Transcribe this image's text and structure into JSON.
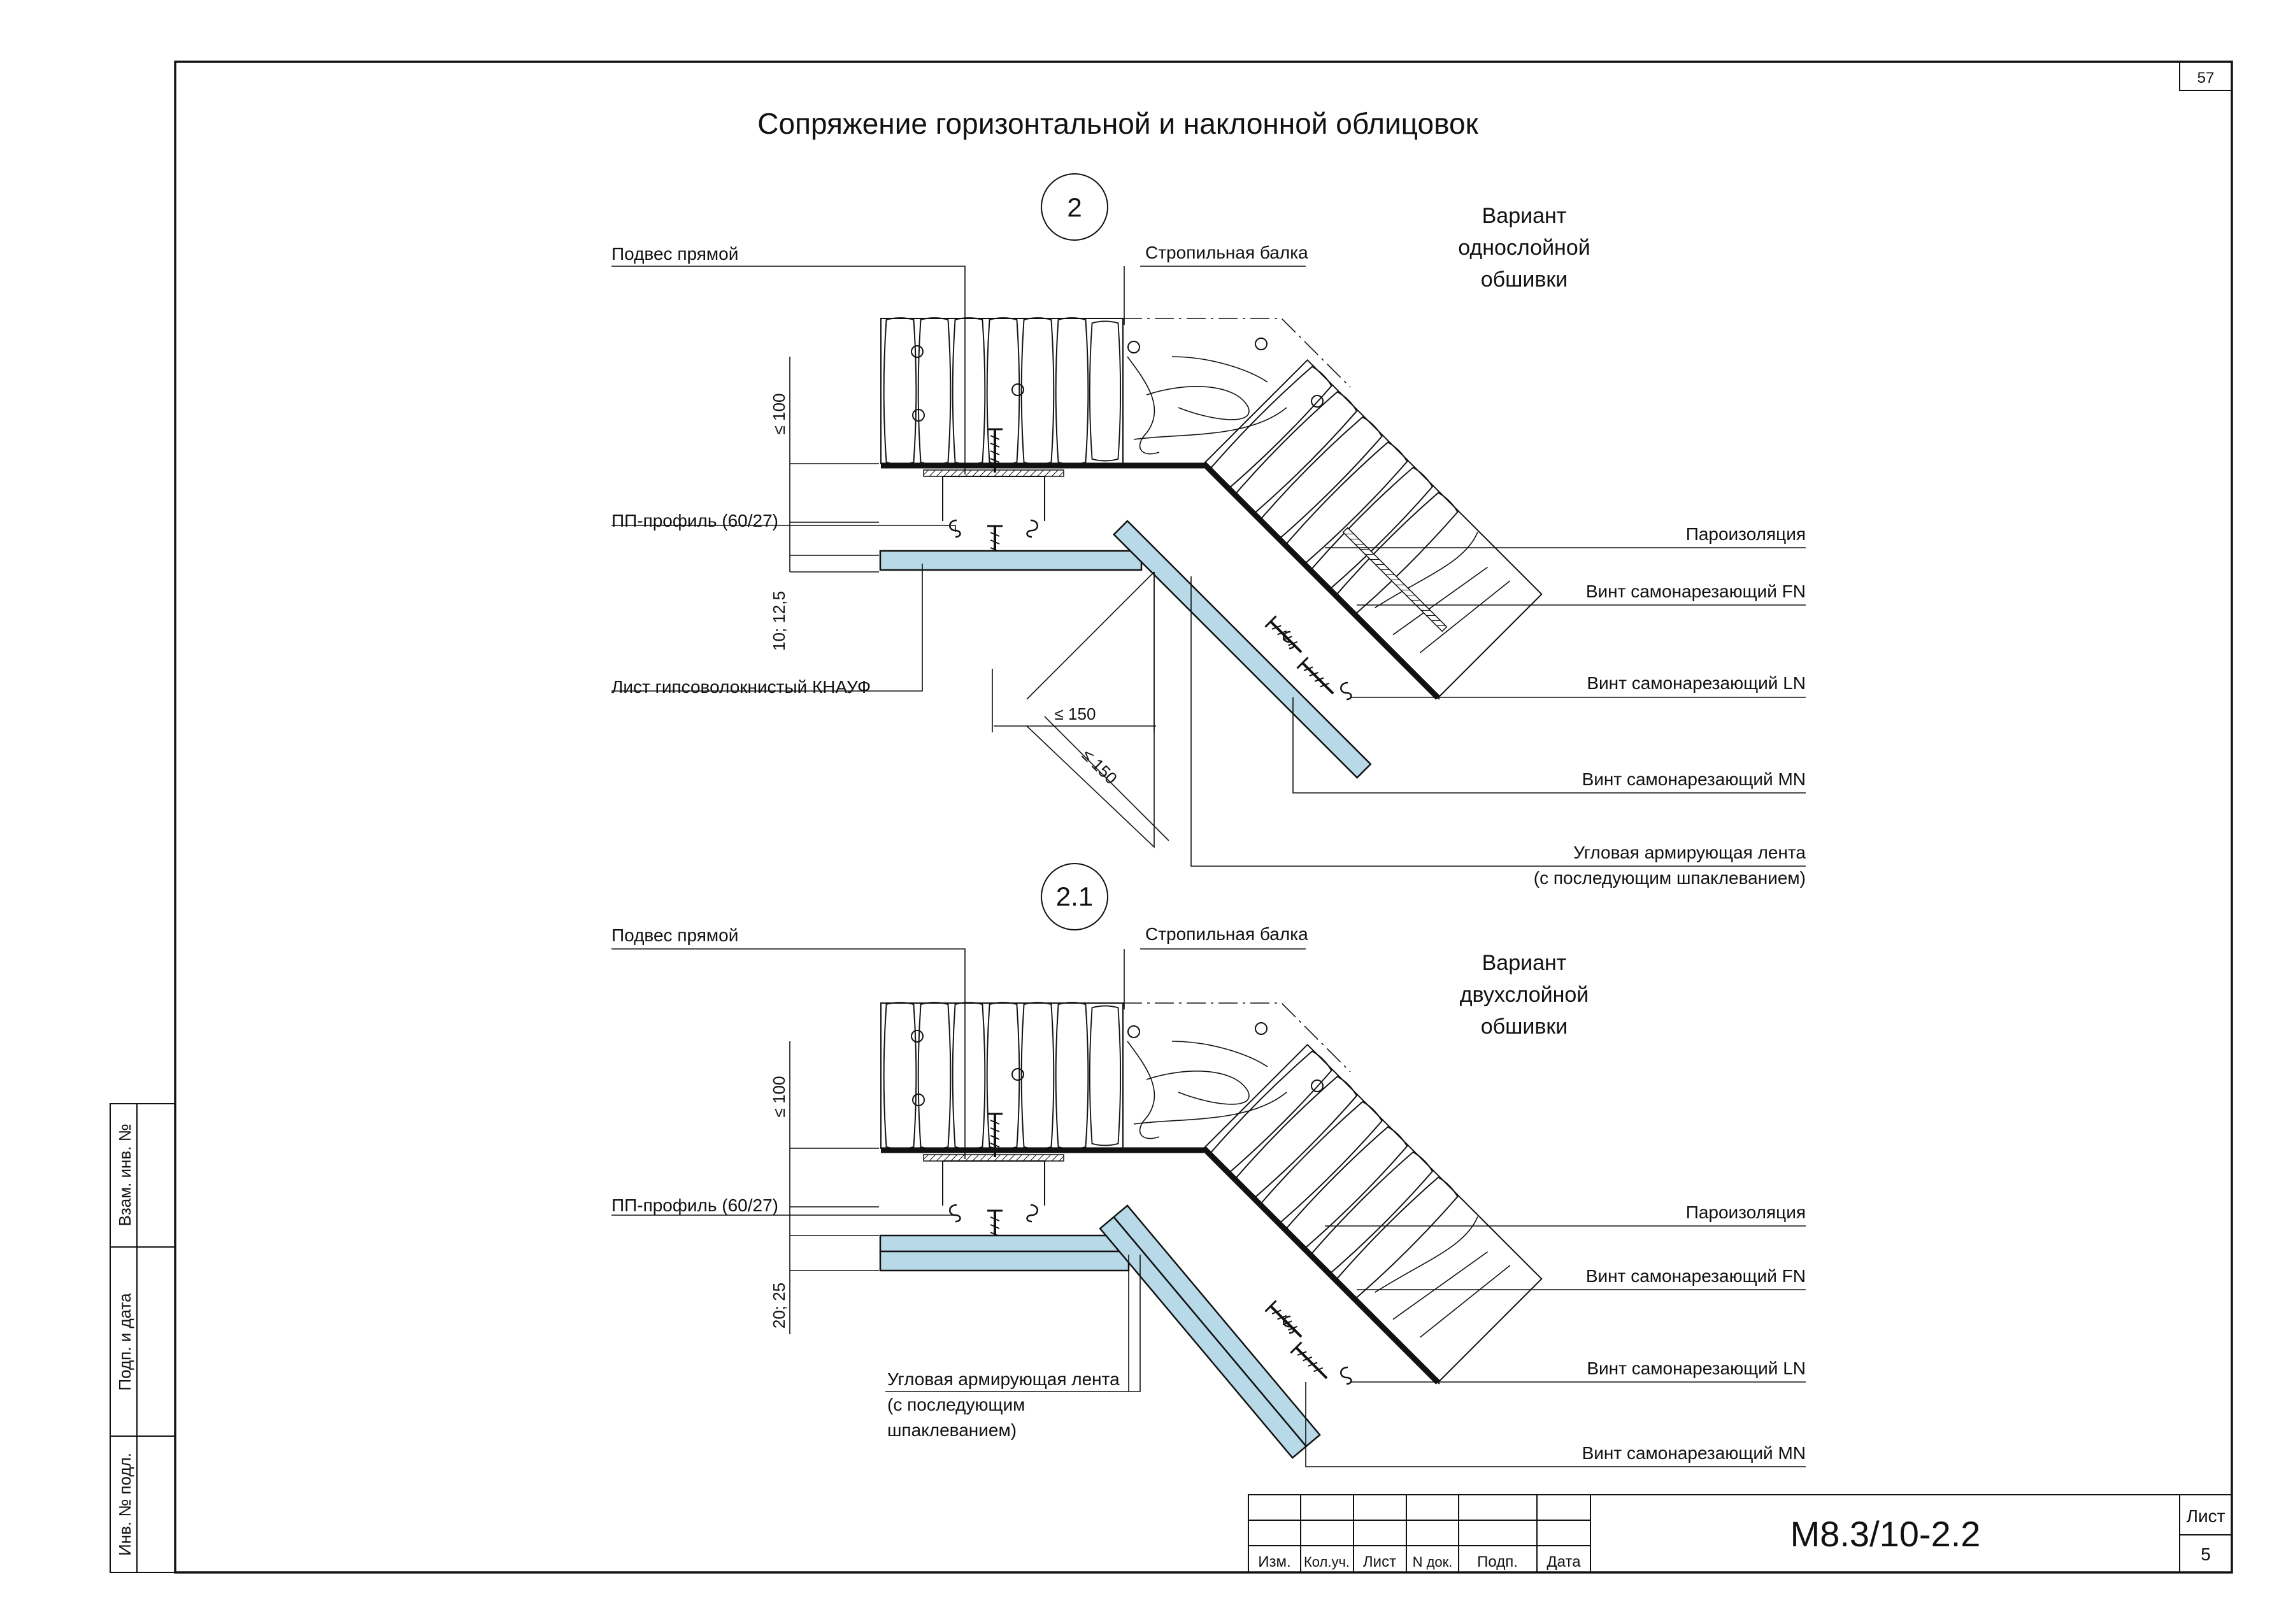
{
  "sheet_number_top": "57",
  "title": "Сопряжение горизонтальной и наклонной облицовок",
  "details": [
    {
      "marker": "2",
      "variant_lines": [
        "Вариант",
        "однослойной",
        "обшивки"
      ],
      "labels": {
        "hanger": "Подвес прямой",
        "rafter": "Стропильная балка",
        "profile": "ПП-профиль (60/27)",
        "board": "Лист гипсоволокнистый КНАУФ",
        "vapor": "Пароизоляция",
        "screw_fn": "Винт самонарезающий FN",
        "screw_ln": "Винт самонарезающий LN",
        "screw_mn": "Винт самонарезающий MN",
        "tape_line1": "Угловая армирующая лента",
        "tape_line2": "(с последующим шпаклеванием)"
      },
      "dimensions": {
        "insulation": "≤ 100",
        "board_thickness": "10; 12,5",
        "offset_h": "≤ 150",
        "offset_d": "≤ 150"
      }
    },
    {
      "marker": "2.1",
      "variant_lines": [
        "Вариант",
        "двухслойной",
        "обшивки"
      ],
      "labels": {
        "hanger": "Подвес прямой",
        "rafter": "Стропильная балка",
        "profile": "ПП-профиль (60/27)",
        "vapor": "Пароизоляция",
        "screw_fn": "Винт самонарезающий FN",
        "screw_ln": "Винт самонарезающий LN",
        "screw_mn": "Винт самонарезающий MN",
        "tape_lines": [
          "Угловая армирующая лента",
          "(с последующим",
          "шпаклеванием)"
        ]
      },
      "dimensions": {
        "insulation": "≤ 100",
        "board_thickness": "20; 25"
      }
    }
  ],
  "side_stamp": [
    "Взам. инв. №",
    "Подп. и дата",
    "Инв. № подл."
  ],
  "title_block": {
    "columns": [
      "Изм.",
      "Кол.уч.",
      "Лист",
      "N док.",
      "Подп.",
      "Дата"
    ],
    "code": "М8.3/10-2.2",
    "sheet_label": "Лист",
    "sheet_value": "5"
  }
}
